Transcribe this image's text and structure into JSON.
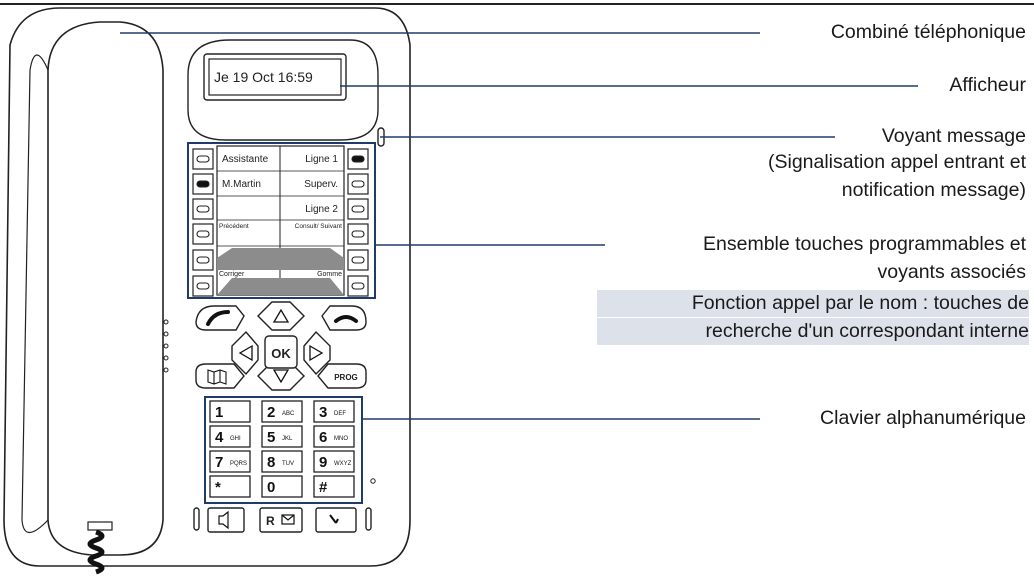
{
  "display": {
    "text": "Je 19 Oct   16:59"
  },
  "soft_keys": {
    "row1_left": "Assistante",
    "row1_right": "Ligne 1",
    "row2_left": "M.Martin",
    "row2_right": "Superv.",
    "row3_right": "Ligne 2",
    "row4_left": "Précédent",
    "row4_right": "Consult/ Suivant",
    "row5_left": "Corriger",
    "row5_right": "Gomme"
  },
  "nav": {
    "ok": "OK",
    "prog": "PROG"
  },
  "keypad": [
    {
      "digit": "1",
      "letters": ""
    },
    {
      "digit": "2",
      "letters": "ABC"
    },
    {
      "digit": "3",
      "letters": "DEF"
    },
    {
      "digit": "4",
      "letters": "GHI"
    },
    {
      "digit": "5",
      "letters": "JKL"
    },
    {
      "digit": "6",
      "letters": "MNO"
    },
    {
      "digit": "7",
      "letters": "PQRS"
    },
    {
      "digit": "8",
      "letters": "TUV"
    },
    {
      "digit": "9",
      "letters": "WXYZ"
    },
    {
      "digit": "*",
      "letters": ""
    },
    {
      "digit": "0",
      "letters": ""
    },
    {
      "digit": "#",
      "letters": ""
    }
  ],
  "bottom_keys": {
    "r_key": "R"
  },
  "labels": {
    "handset": "Combiné téléphonique",
    "display": "Afficheur",
    "message_led_1": "Voyant message",
    "message_led_2": "(Signalisation appel entrant et",
    "message_led_3": "notification message)",
    "softkeys_1": "Ensemble touches programmables et",
    "softkeys_2": "voyants associés",
    "name_call_1": "Fonction appel par le nom : touches de",
    "name_call_2": "recherche d'un correspondant interne",
    "keypad": "Clavier alphanumérique"
  },
  "colors": {
    "leader": "#1f3b6b",
    "highlight": "#dde1ea",
    "outline": "#222222"
  }
}
